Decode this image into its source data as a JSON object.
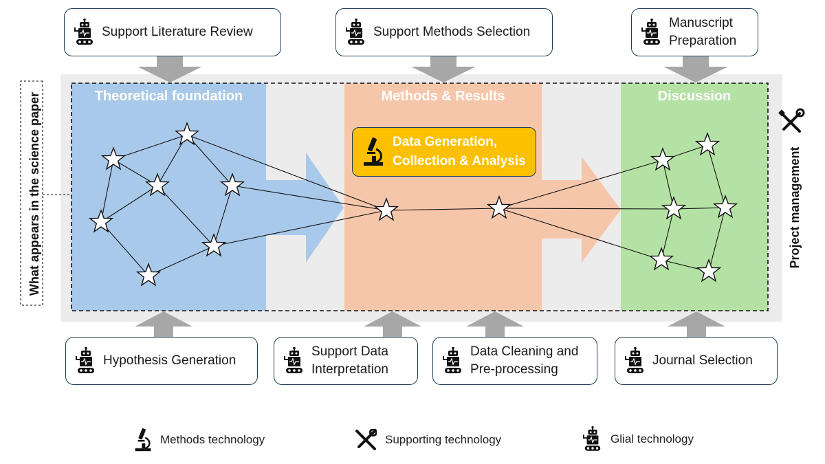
{
  "sections": {
    "theoretical": "Theoretical foundation",
    "methods": "Methods & Results",
    "discussion": "Discussion"
  },
  "data_generation": "Data Generation,\nCollection & Analysis",
  "top_boxes": {
    "literature": "Support Literature Review",
    "methods_selection": "Support Methods Selection",
    "manuscript": "Manuscript\nPreparation"
  },
  "bottom_boxes": {
    "hypothesis": "Hypothesis Generation",
    "interpretation": "Support Data\nInterpretation",
    "cleaning": "Data Cleaning and\nPre-processing",
    "journal": "Journal Selection"
  },
  "side_labels": {
    "left": "What appears in the science paper",
    "right": "Project management"
  },
  "legend": {
    "methods": "Methods technology",
    "supporting": "Supporting technology",
    "glial": "Glial technology"
  },
  "colors": {
    "theoretical": "#a9c9ea",
    "methods": "#f6c6ab",
    "discussion": "#b4e2a4",
    "data_box": "#fcc000",
    "gray_band": "#ececec",
    "gray_arrow": "#a7a7a7"
  },
  "icons": {
    "robot": "robot-icon",
    "microscope": "microscope-icon",
    "tools": "wrench-screwdriver-icon"
  }
}
